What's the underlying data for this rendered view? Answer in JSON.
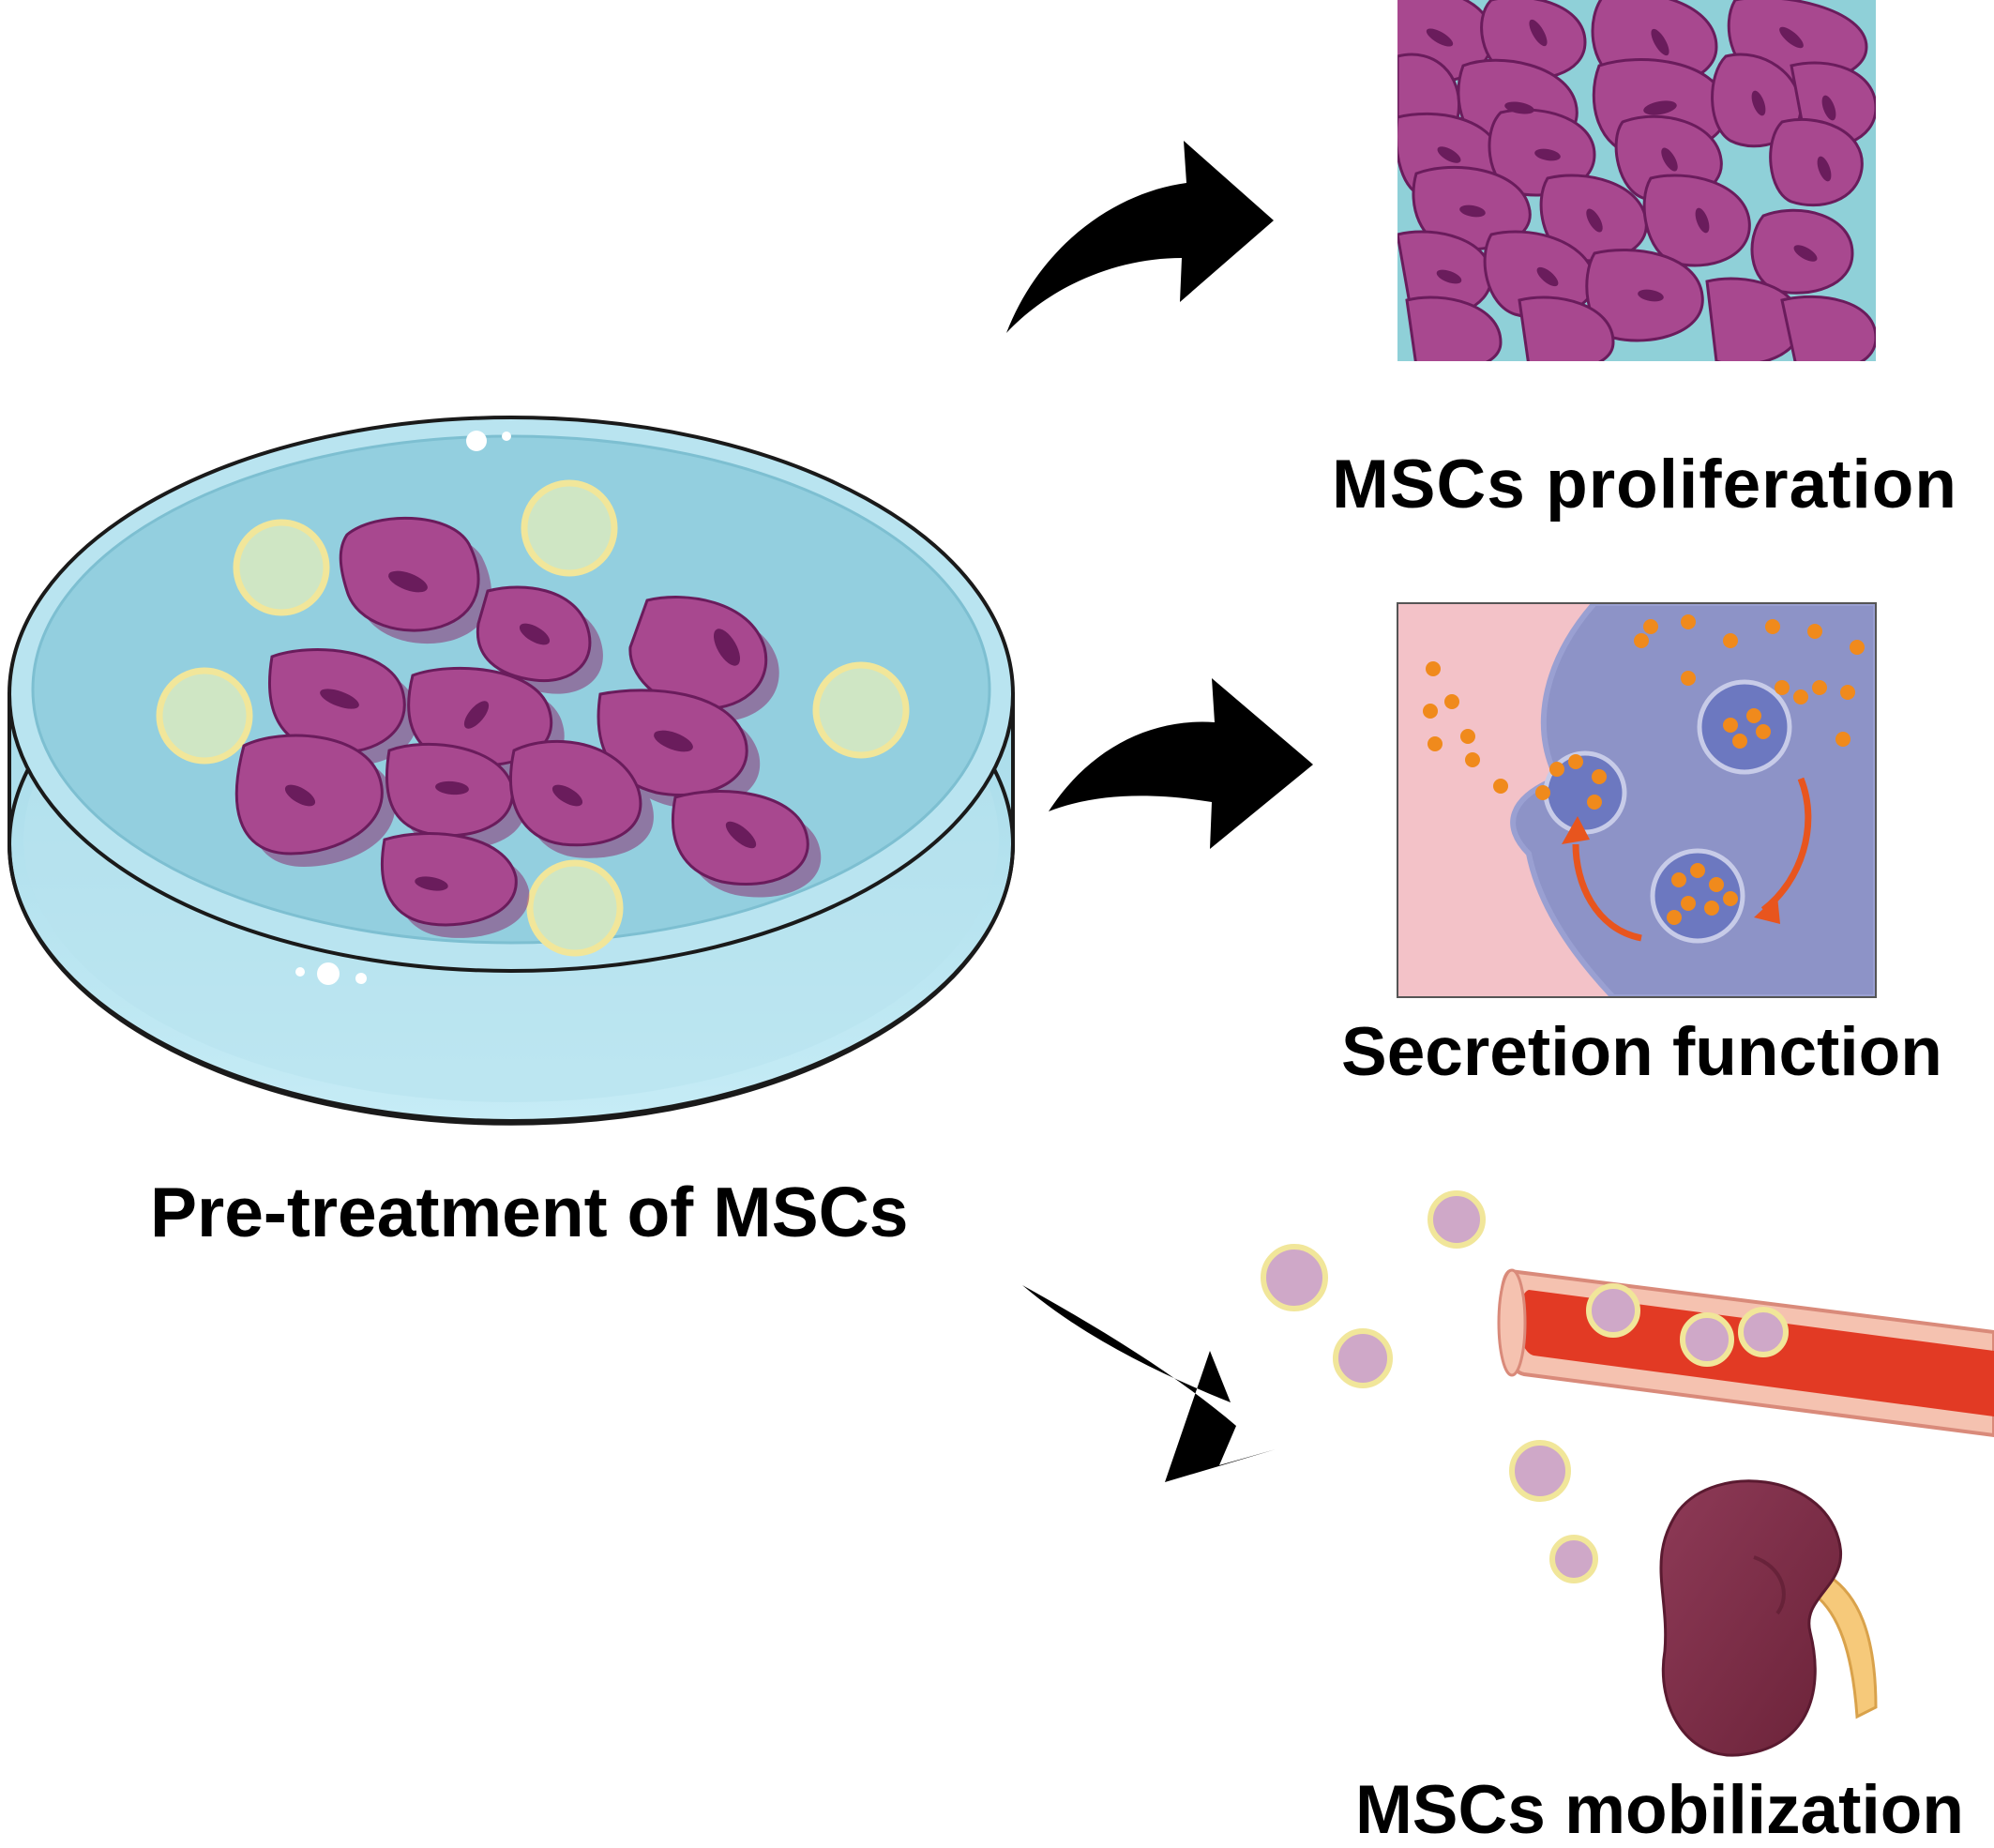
{
  "labels": {
    "pretreatment": "Pre-treatment of MSCs",
    "proliferation": "MSCs proliferation",
    "secretion": "Secretion function",
    "mobilization": "MSCs mobilization"
  },
  "colors": {
    "cell_purple": "#a8488f",
    "cell_nucleus": "#6a1c5c",
    "dish_blue": "#9ad3e2",
    "dish_rim": "#b9e4f0",
    "green_bead": "#cfe6c4",
    "bead_ring": "#f1e69a",
    "arrow": "#000000",
    "secretion_bg_left": "#f3c2c8",
    "secretion_bg_right": "#8d93c7",
    "granule_orange": "#f08a1c",
    "vessel_red": "#e23a24",
    "kidney": "#7b2c45"
  }
}
